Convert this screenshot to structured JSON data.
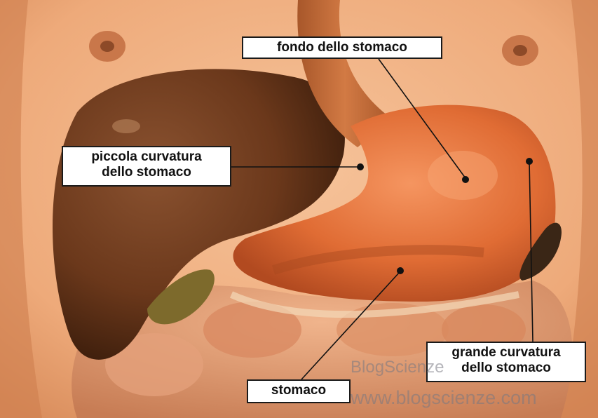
{
  "labels": {
    "fondo": "fondo dello stomaco",
    "piccola_line1": "piccola curvatura",
    "piccola_line2": "dello stomaco",
    "stomaco": "stomaco",
    "grande_line1": "grande curvatura",
    "grande_line2": "dello stomaco"
  },
  "watermark": {
    "brand": "BlogScienze",
    "url": "www.blogscienze.com"
  },
  "colors": {
    "skin": "#f2b486",
    "liver": "#6e3a1c",
    "stomach": "#e0703a",
    "intestine": "#e6a27a",
    "leader_line": "#111111"
  }
}
